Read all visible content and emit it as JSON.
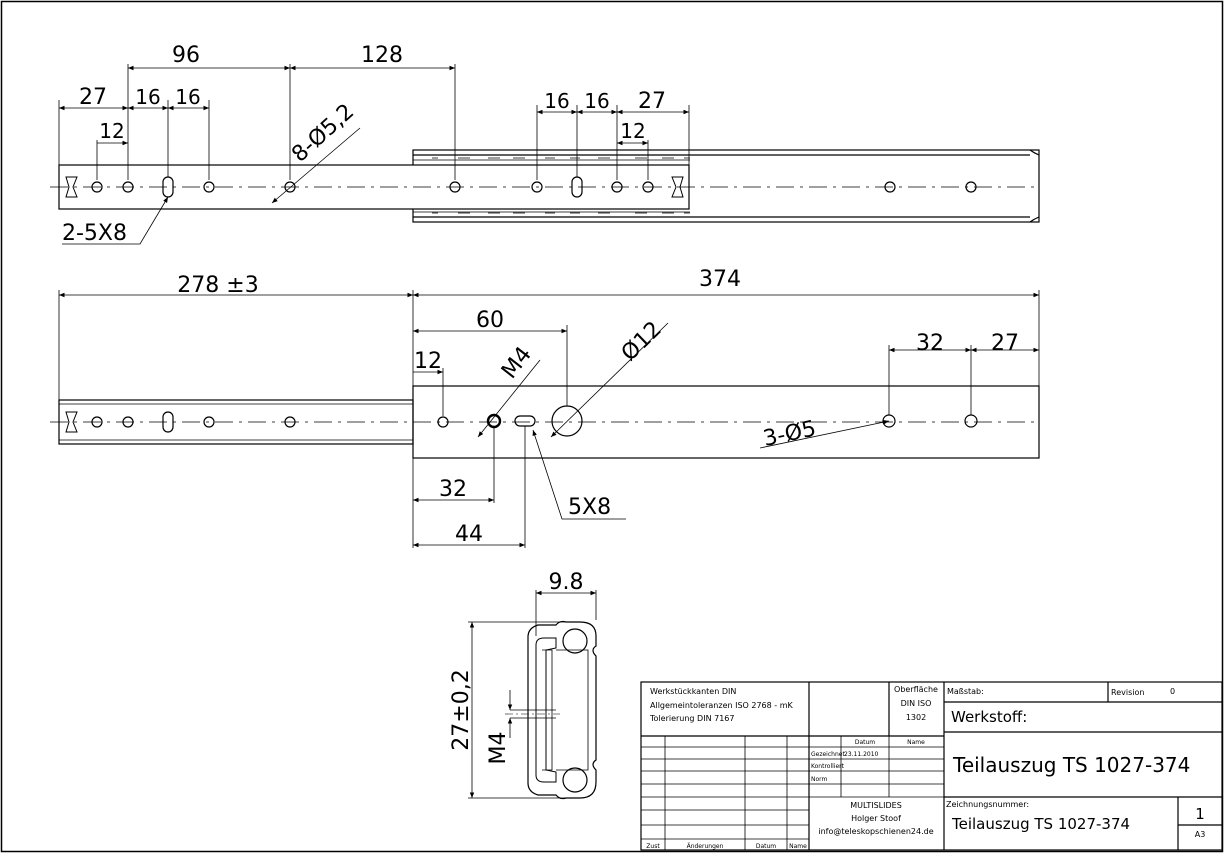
{
  "top_view": {
    "dims": {
      "d96": "96",
      "d128": "128",
      "d27_left": "27",
      "d16_a": "16",
      "d16_b": "16",
      "d12_left": "12",
      "d16_c": "16",
      "d16_d": "16",
      "d27_right": "27",
      "d12_right": "12",
      "holes_label": "8-Ø5,2",
      "slots_label": "2-5X8"
    }
  },
  "side_view": {
    "dims": {
      "d278": "278 ±3",
      "d374": "374",
      "d60": "60",
      "d12": "12",
      "m4": "M4",
      "dia12": "Ø12",
      "d32_top": "32",
      "d27": "27",
      "holes3": "3-Ø5",
      "d32_bottom": "32",
      "d44": "44",
      "slot": "5X8"
    }
  },
  "section_view": {
    "dims": {
      "d9_8": "9.8",
      "d27": "27±0,2",
      "m4": "M4"
    }
  },
  "title_block": {
    "edges": "Werkstückkanten DIN",
    "tolerances": "Allgemeintoleranzen ISO 2768 - mK",
    "tolerierung": "Tolerierung DIN 7167",
    "surface_label": "Oberfläche",
    "surface_value_1": "DIN ISO",
    "surface_value_2": "1302",
    "scale_label": "Maßstab:",
    "revision_label": "Revision",
    "revision_value": "0",
    "material_label": "Werkstoff:",
    "title": "Teilauszug TS 1027-374",
    "date_header": "Datum",
    "name_header": "Name",
    "drawn_label": "Gezeichnet",
    "drawn_date": "23.11.2010",
    "checked_label": "Kontrolliert",
    "norm_label": "Norm",
    "company": "MULTISLIDES",
    "person": "Holger Stoof",
    "email": "info@teleskopschienen24.de",
    "drawing_no_label": "Zeichnungsnummer:",
    "drawing_no": "Teilauszug TS 1027-374",
    "sheet": "1",
    "format": "A3",
    "col_zust": "Zust",
    "col_aenderungen": "Änderungen",
    "col_datum": "Datum",
    "col_name": "Name"
  }
}
